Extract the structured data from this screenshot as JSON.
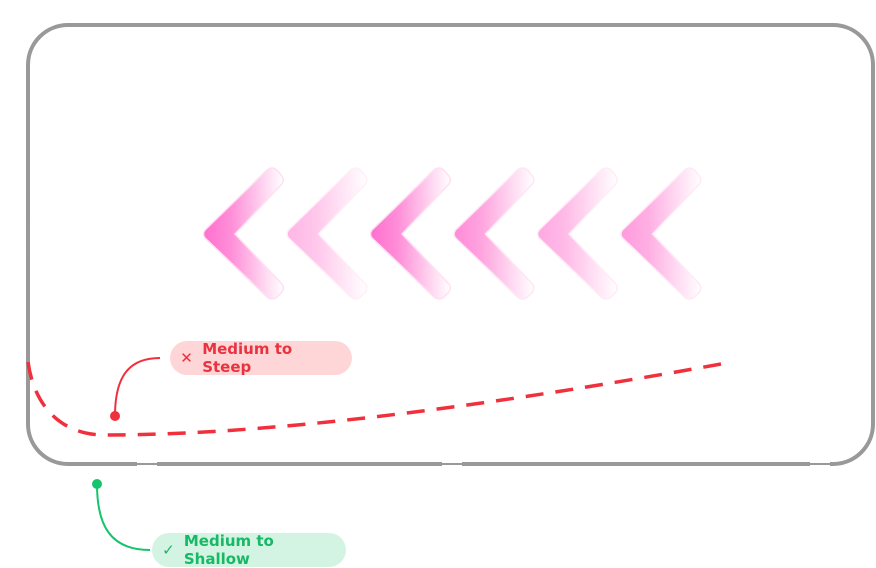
{
  "labels": {
    "steep": {
      "text": "Medium to Steep",
      "icon": "x-icon",
      "color": "#e8333f"
    },
    "shallow": {
      "text": "Medium to Shallow",
      "icon": "check-icon",
      "color": "#17b866"
    }
  },
  "chevrons": {
    "count": 6,
    "color": "#ff6fcf",
    "opacities": [
      1,
      0.5,
      1,
      0.8,
      0.6,
      0.7
    ]
  },
  "colors": {
    "frame": "#999999",
    "curve": "#f0303c"
  }
}
